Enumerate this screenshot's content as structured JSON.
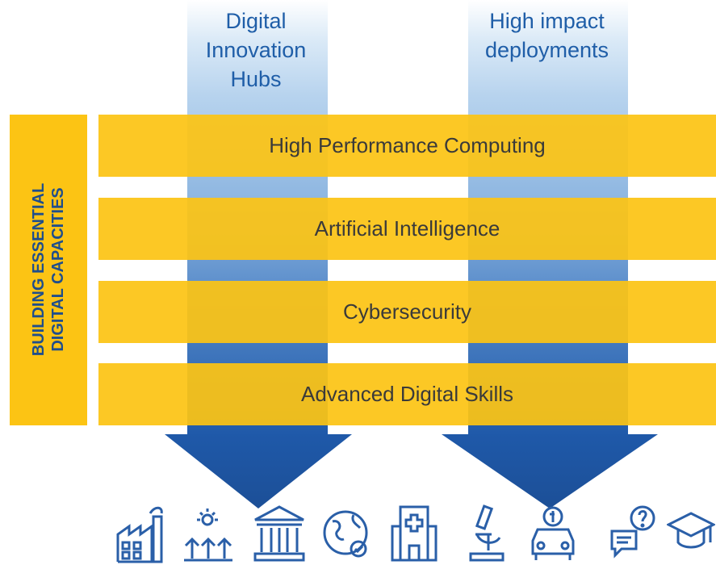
{
  "columns": [
    {
      "title": "Digital\nInnovation\nHubs"
    },
    {
      "title": "High impact\ndeployments"
    }
  ],
  "bands": [
    {
      "label": "High Performance Computing"
    },
    {
      "label": "Artificial Intelligence"
    },
    {
      "label": "Cybersecurity"
    },
    {
      "label": "Advanced Digital Skills"
    }
  ],
  "sidebar": {
    "label": "BUILDING ESSENTIAL\nDIGITAL CAPACITIES"
  },
  "icons": [
    "factory-icon",
    "smart-farming-icon",
    "public-building-icon",
    "globe-icon",
    "hospital-icon",
    "microscope-icon",
    "connected-car-icon",
    "help-chat-icon",
    "graduation-cap-icon"
  ],
  "colors": {
    "yellow": "#fcc414",
    "blue_dark": "#1f59a9",
    "blue_light": "#dbeaf7",
    "title_blue": "#1f5ea8",
    "icon_blue": "#2a5fa8",
    "text": "#3a3a3a"
  }
}
